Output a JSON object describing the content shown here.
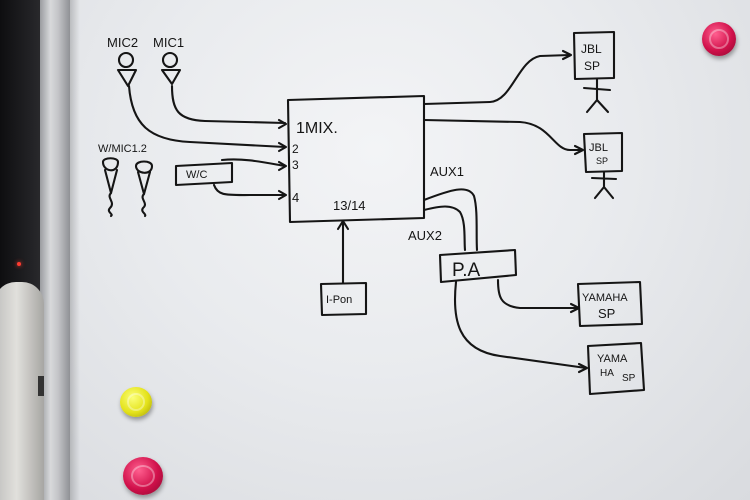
{
  "whiteboard": {
    "mixer": {
      "title": "1MIX.",
      "inputs": [
        "2",
        "3",
        "4"
      ],
      "outputs_label": "13/14"
    },
    "microphones": {
      "mic1": "MIC1",
      "mic2": "MIC2",
      "wireless_label": "W/MIC1.2"
    },
    "boxes": {
      "wc": "W/C",
      "ipon": "I-Pon",
      "pa": "P.A"
    },
    "aux": {
      "aux1": "AUX1",
      "aux2": "AUX2"
    },
    "speakers": {
      "jbl_1": [
        "JBL",
        "SP"
      ],
      "jbl_2": [
        "JBL",
        "SP"
      ],
      "yamaha_1": [
        "YAMAHA",
        "SP"
      ],
      "yamaha_2": [
        "YAMA",
        "HA",
        "SP"
      ]
    }
  },
  "colors": {
    "ink": "#151515",
    "board": "#eceef1",
    "magnet_pink": "#d0104a",
    "magnet_yellow": "#e4e21a"
  }
}
